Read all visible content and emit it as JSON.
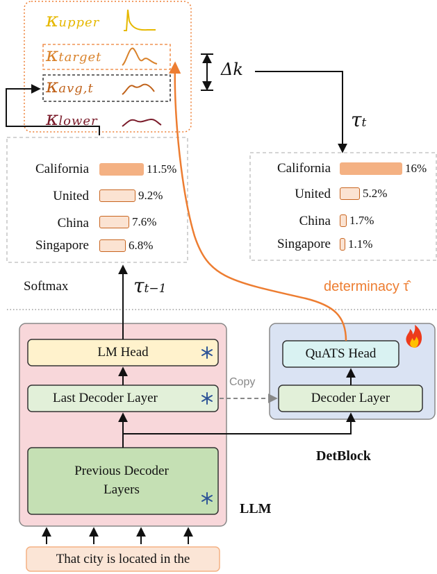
{
  "kappas": [
    {
      "symbol": "κ",
      "sub": "upper",
      "color": "#e6b800"
    },
    {
      "symbol": "κ",
      "sub": "target",
      "color": "#d9822b"
    },
    {
      "symbol": "κ",
      "sub": "avg,t",
      "color": "#c0621a"
    },
    {
      "symbol": "κ",
      "sub": "lower",
      "color": "#7a1b2a"
    }
  ],
  "delta_k": "Δk",
  "tau_t": {
    "symbol": "τ",
    "sub": "t"
  },
  "tau_prev": {
    "symbol": "τ",
    "sub": "t−1"
  },
  "softmax": "Softmax",
  "determinacy": "determinacy τ̂",
  "copy": "Copy",
  "left_dist": {
    "labels": [
      "California",
      "United",
      "China",
      "Singapore"
    ],
    "values": [
      11.5,
      9.2,
      7.6,
      6.8
    ],
    "texts": [
      "11.5%",
      "9.2%",
      "7.6%",
      "6.8%"
    ]
  },
  "right_dist": {
    "labels": [
      "California",
      "United",
      "China",
      "Singapore"
    ],
    "values": [
      16,
      5.2,
      1.7,
      1.1
    ],
    "texts": [
      "16%",
      "5.2%",
      "1.7%",
      "1.1%"
    ]
  },
  "llm": {
    "title": "LLM",
    "lm_head": "LM Head",
    "last_decoder": "Last Decoder Layer",
    "previous_decoder": "Previous Decoder Layers",
    "frozen_icon": "snowflake-icon"
  },
  "detblock": {
    "title": "DetBlock",
    "head": "QuATS Head",
    "decoder": "Decoder Layer",
    "trainable_icon": "fire-icon"
  },
  "input_text": "That city is located in the",
  "colors": {
    "llm_bg": "#f8d7da",
    "det_bg": "#dae3f3",
    "lm_head_bg": "#fff2cc",
    "decoder_bg": "#e2f0d9",
    "prev_decoder_bg": "#c5e0b4",
    "quats_bg": "#d9f2f2",
    "orange": "#ed7d31",
    "bar_fill": "#f4b183"
  }
}
